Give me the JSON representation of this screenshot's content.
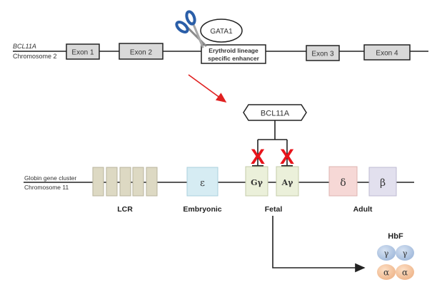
{
  "top_chromosome": {
    "gene_name": "BCL11A",
    "chromosome_label": "Chromosome 2",
    "exons": [
      "Exon 1",
      "Exon 2",
      "Exon 3",
      "Exon 4"
    ],
    "enhancer_line1": "Erythroid lineage",
    "enhancer_line2": "specific enhancer",
    "factor": "GATA1",
    "cut_tool": "scissors-icon"
  },
  "repressor": {
    "label": "BCL11A",
    "inhibition_mark": "X",
    "inhibition_color": "#e8141b"
  },
  "globin_cluster": {
    "title_line1": "Globin gene cluster",
    "title_line2": "Chromosome 11",
    "lcr_label": "LCR",
    "genes": [
      {
        "symbol": "ε",
        "group": "Embryonic",
        "color": "#d6ecf3"
      },
      {
        "symbol": "Gγ",
        "group": "Fetal",
        "color": "#ebf0da"
      },
      {
        "symbol": "Aγ",
        "group": "Fetal",
        "color": "#ebf0da"
      },
      {
        "symbol": "δ",
        "group": "Adult",
        "color": "#f6d8d6"
      },
      {
        "symbol": "β",
        "group": "Adult",
        "color": "#e2e0ee"
      }
    ],
    "group_labels": {
      "embryonic": "Embryonic",
      "fetal": "Fetal",
      "adult": "Adult"
    }
  },
  "hbf": {
    "title": "HbF",
    "subunits": [
      "γ",
      "γ",
      "α",
      "α"
    ],
    "gamma_color": "#b8cde6",
    "alpha_color": "#f6c9a3"
  },
  "arrow_color": "#e02020"
}
